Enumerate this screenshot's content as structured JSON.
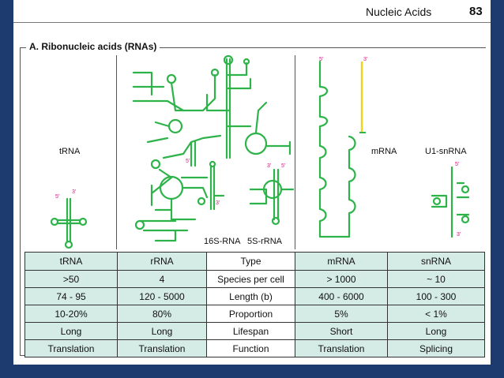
{
  "header": {
    "title": "Nucleic Acids",
    "page_number": "83"
  },
  "section": {
    "title": "A. Ribonucleic acids (RNAs)"
  },
  "diagram_labels": {
    "trna": "tRNA",
    "s16": "16S-RNA",
    "s5": "5S-rRNA",
    "mrna": "mRNA",
    "u1": "U1-snRNA",
    "five_prime": "5'",
    "three_prime": "3'"
  },
  "colors": {
    "strand": "#2eb34a",
    "tail": "#f2d21b",
    "prime_label": "#d4147a",
    "table_fill": "#d5ebe6"
  },
  "table": {
    "rows": [
      [
        "tRNA",
        "rRNA",
        "Type",
        "mRNA",
        "snRNA"
      ],
      [
        ">50",
        "4",
        "Species per cell",
        "> 1000",
        "~ 10"
      ],
      [
        "74 - 95",
        "120 - 5000",
        "Length (b)",
        "400 - 6000",
        "100 - 300"
      ],
      [
        "10-20%",
        "80%",
        "Proportion",
        "5%",
        "< 1%"
      ],
      [
        "Long",
        "Long",
        "Lifespan",
        "Short",
        "Long"
      ],
      [
        "Translation",
        "Translation",
        "Function",
        "Translation",
        "Splicing"
      ]
    ]
  }
}
